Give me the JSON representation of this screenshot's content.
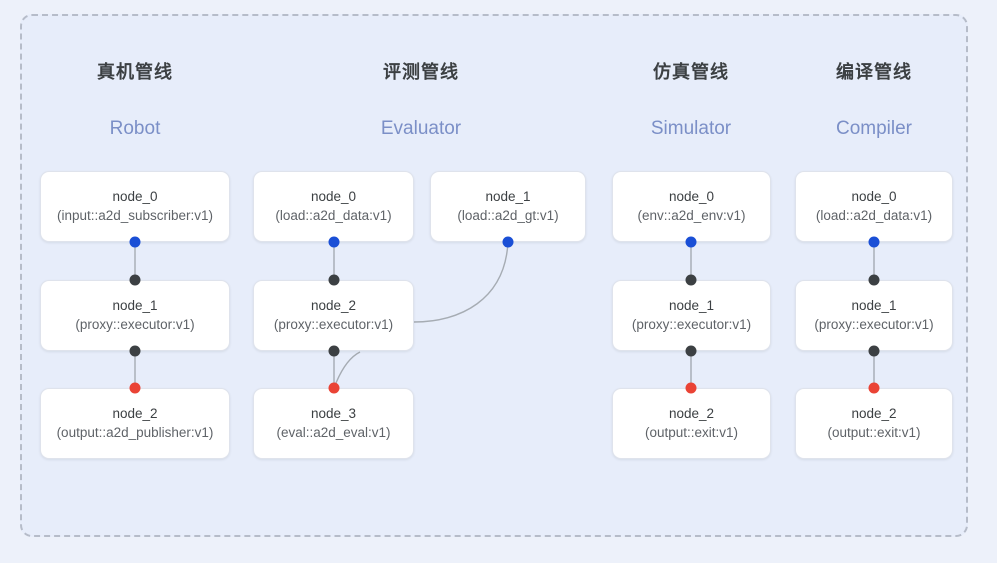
{
  "diagram": {
    "background_color": "#edf1fa",
    "panel_color": "#e7edfa",
    "border_color": "#b6bcc9",
    "port_colors": {
      "input": "#1a4fd6",
      "middle": "#3c4043",
      "output": "#ea4335"
    },
    "columns": [
      {
        "title_cn": "真机管线",
        "title_en": "Robot",
        "nodes": [
          {
            "id": "node_0",
            "type": "(input::a2d_subscriber:v1)"
          },
          {
            "id": "node_1",
            "type": "(proxy::executor:v1)"
          },
          {
            "id": "node_2",
            "type": "(output::a2d_publisher:v1)"
          }
        ]
      },
      {
        "title_cn": "评测管线",
        "title_en": "Evaluator",
        "nodes": [
          {
            "id": "node_0",
            "type": "(load::a2d_data:v1)"
          },
          {
            "id": "node_1",
            "type": "(load::a2d_gt:v1)"
          },
          {
            "id": "node_2",
            "type": "(proxy::executor:v1)"
          },
          {
            "id": "node_3",
            "type": "(eval::a2d_eval:v1)"
          }
        ]
      },
      {
        "title_cn": "仿真管线",
        "title_en": "Simulator",
        "nodes": [
          {
            "id": "node_0",
            "type": "(env::a2d_env:v1)"
          },
          {
            "id": "node_1",
            "type": "(proxy::executor:v1)"
          },
          {
            "id": "node_2",
            "type": "(output::exit:v1)"
          }
        ]
      },
      {
        "title_cn": "编译管线",
        "title_en": "Compiler",
        "nodes": [
          {
            "id": "node_0",
            "type": "(load::a2d_data:v1)"
          },
          {
            "id": "node_1",
            "type": "(proxy::executor:v1)"
          },
          {
            "id": "node_2",
            "type": "(output::exit:v1)"
          }
        ]
      }
    ]
  }
}
